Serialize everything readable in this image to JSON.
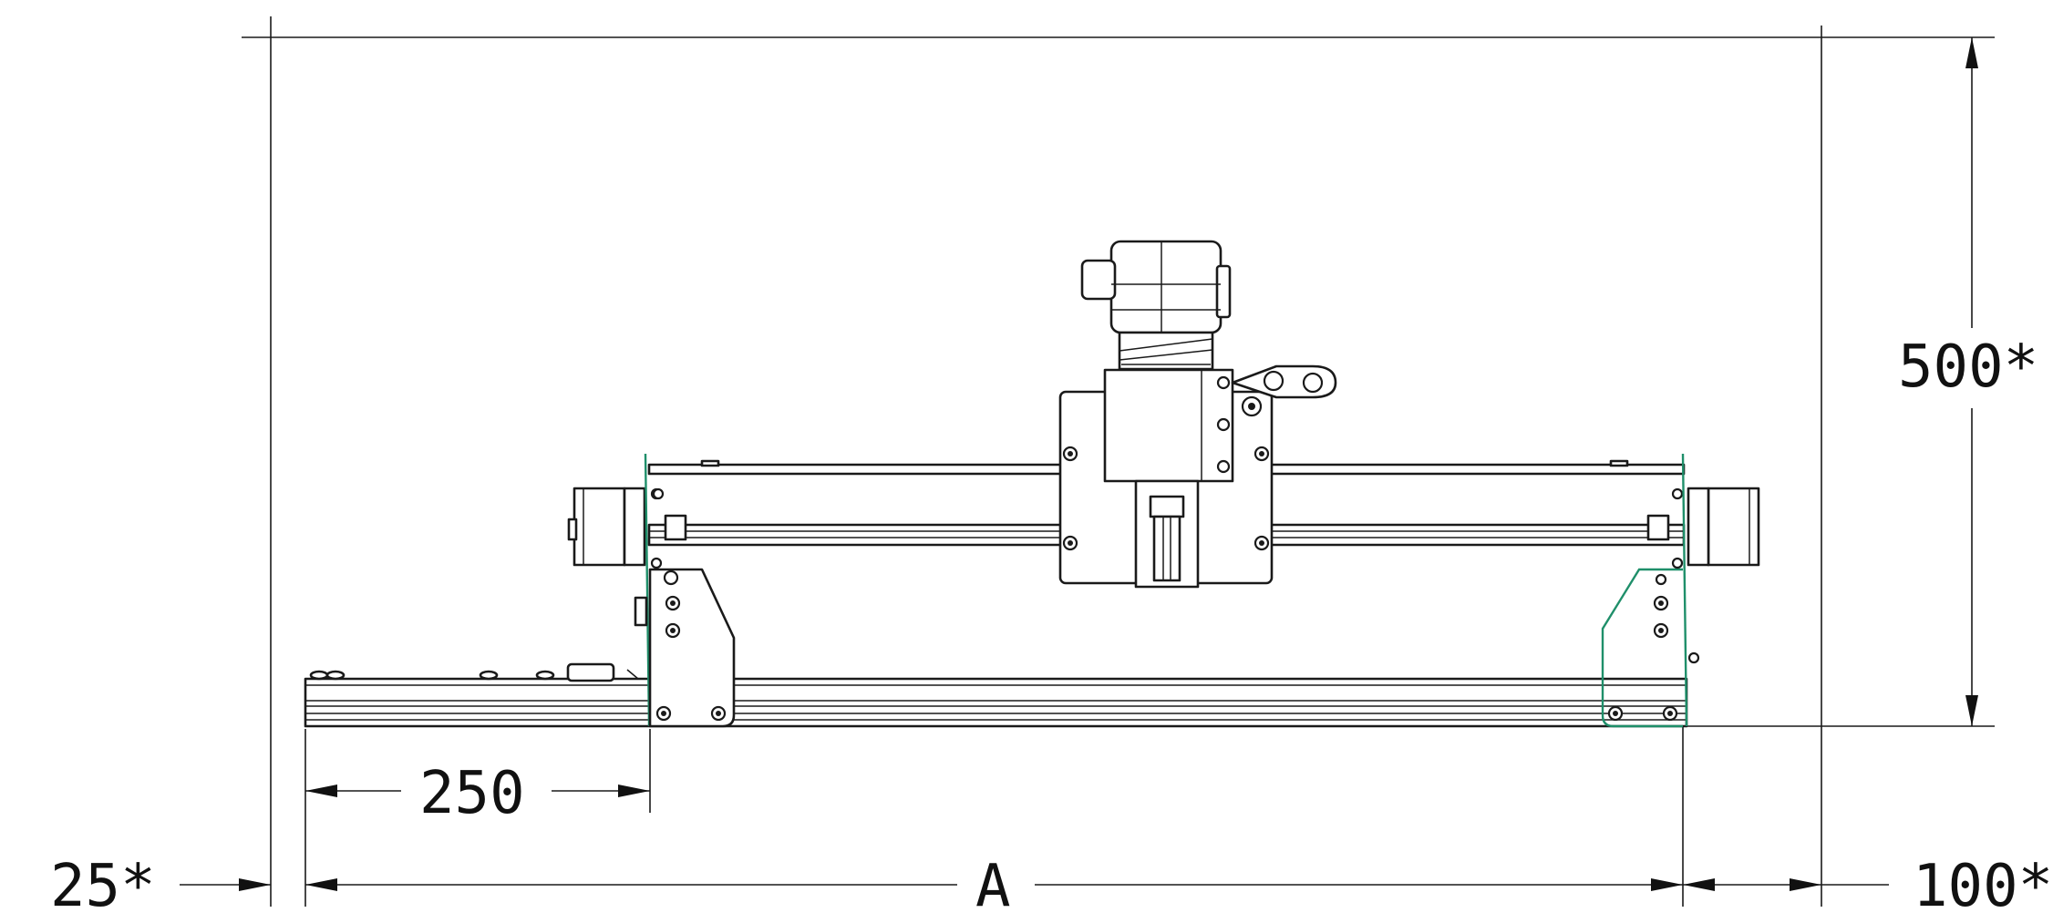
{
  "dimensions": {
    "left_margin": "25*",
    "left_rail_overhang": "250",
    "working_width": "A",
    "right_margin": "100*",
    "height": "500*"
  },
  "colors": {
    "line": "#1a1a1a",
    "accent_green": "#1f8f6a",
    "background": "#ffffff"
  }
}
